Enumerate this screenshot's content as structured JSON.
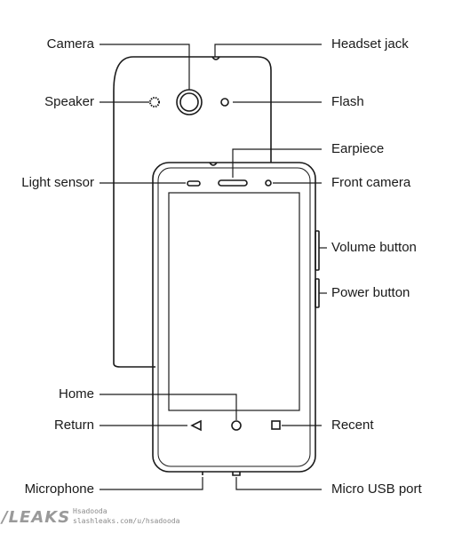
{
  "labels": {
    "camera": "Camera",
    "headset_jack": "Headset jack",
    "speaker": "Speaker",
    "flash": "Flash",
    "earpiece": "Earpiece",
    "light_sensor": "Light sensor",
    "front_camera": "Front camera",
    "volume_button": "Volume button",
    "power_button": "Power button",
    "home": "Home",
    "return": "Return",
    "recent": "Recent",
    "microphone": "Microphone",
    "micro_usb_port": "Micro USB port"
  },
  "watermark": {
    "logo": "/LEAKS",
    "handle": "Hsadooda",
    "url": "slashleaks.com/u/hsadooda"
  }
}
